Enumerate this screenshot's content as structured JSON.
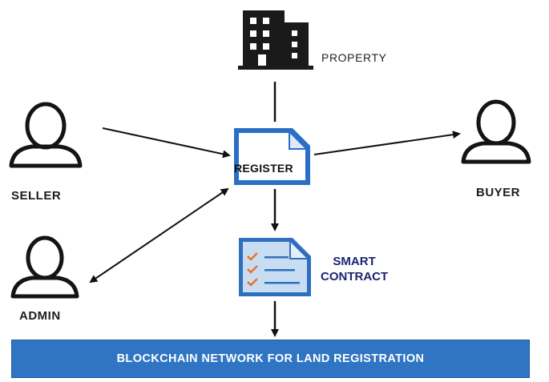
{
  "nodes": {
    "property": "PROPERTY",
    "seller": "SELLER",
    "buyer": "BUYER",
    "admin": "ADMIN",
    "register": "REGISTER",
    "smart_contract_line1": "SMART",
    "smart_contract_line2": "CONTRACT"
  },
  "network": {
    "label": "BLOCKCHAIN NETWORK FOR LAND REGISTRATION"
  },
  "icons": {
    "building": "building-icon",
    "person": "person-icon",
    "document": "document-icon",
    "checklist": "checklist-icon"
  },
  "colors": {
    "network_bar": "#2f75c4",
    "document_fill": "#2a6fc6",
    "checklist_fill": "#c9ddf2",
    "check_mark": "#e8742a",
    "smart_contract_text": "#1b2470"
  }
}
